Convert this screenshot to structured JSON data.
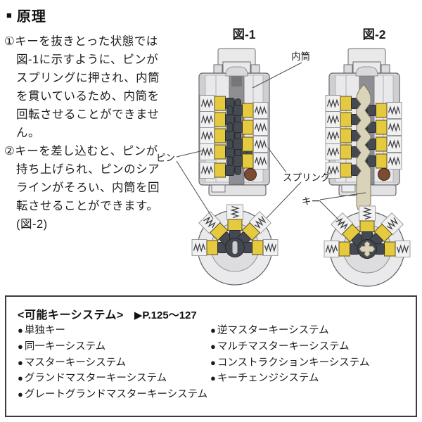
{
  "page": {
    "bullet": "■",
    "title": "原理"
  },
  "instructions": [
    {
      "num": "①",
      "text": "キーを抜きとった状態では図-1に示すように、ピンがスプリングに押され、内筒を貫いているため、内筒を回転させることができません。"
    },
    {
      "num": "②",
      "text": "キーを差し込むと、ピンが持ち上げられ、ピンのシアラインがそろい、内筒を回転させることができます。(図-2)"
    }
  ],
  "diagram": {
    "fig1_label": "図-1",
    "fig2_label": "図-2",
    "labels": {
      "inner_cylinder": "内筒",
      "pin": "ピン",
      "spring": "スプリング",
      "key": "キー"
    },
    "colors": {
      "pin_yellow": "#e5c93f",
      "pin_dark": "#454a52",
      "ball_brown": "#7c4b34",
      "key_cream": "#d8d3b9",
      "keyway_gray": "#8e8e93",
      "body_gray": "#e2e2e4"
    }
  },
  "key_systems": {
    "heading": "<可能キーシステム>",
    "page_ref": "▶P.125〜127",
    "bullet": "●",
    "left_column": [
      "単独キー",
      "同一キーシステム",
      "マスターキーシステム",
      "グランドマスターキーシステム",
      "グレートグランドマスターキーシステム"
    ],
    "right_column": [
      "逆マスターキーシステム",
      "マルチマスターキーシステム",
      "コンストラクションキーシステム",
      "キーチェンジシステム"
    ]
  }
}
